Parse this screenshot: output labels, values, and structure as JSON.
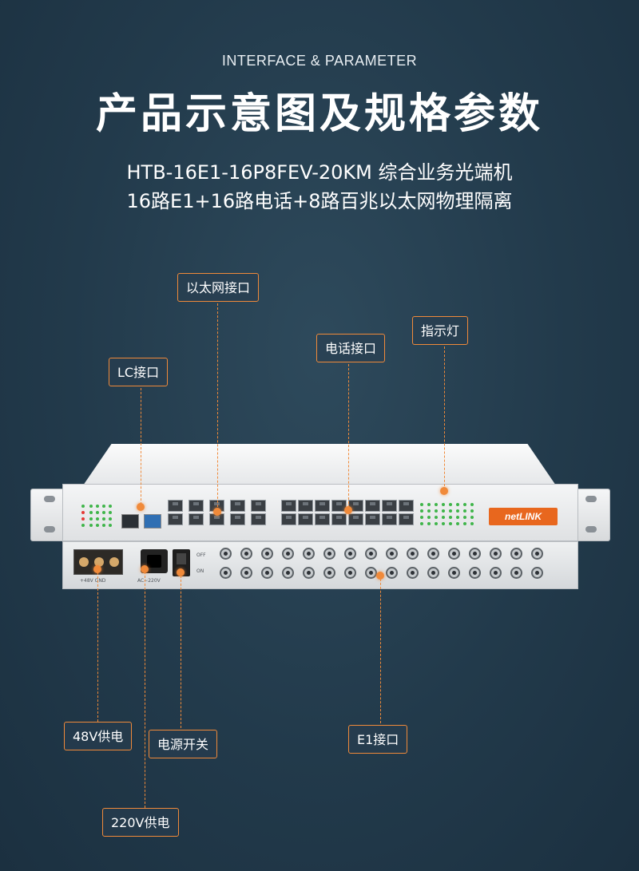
{
  "header": {
    "subtitle_en": "INTERFACE & PARAMETER",
    "title": "产品示意图及规格参数",
    "model_line": "HTB-16E1-16P8FEV-20KM 综合业务光端机",
    "desc_line": "16路E1+16路电话+8路百兆以太网物理隔离"
  },
  "callouts": {
    "ethernet": "以太网接口",
    "indicator": "指示灯",
    "phone": "电话接口",
    "lc": "LC接口",
    "power48": "48V供电",
    "power_switch": "电源开关",
    "e1": "E1接口",
    "power220": "220V供电"
  },
  "device": {
    "logo": "netLINK",
    "switch_off": "OFF",
    "switch_on": "ON",
    "dc_label": "+48V GND",
    "ac_label": "AC~220V"
  },
  "colors": {
    "accent": "#f08a3a",
    "background": "#223a4b",
    "logo": "#e8671e",
    "led_green": "#3fb54a",
    "led_red": "#e53935"
  }
}
